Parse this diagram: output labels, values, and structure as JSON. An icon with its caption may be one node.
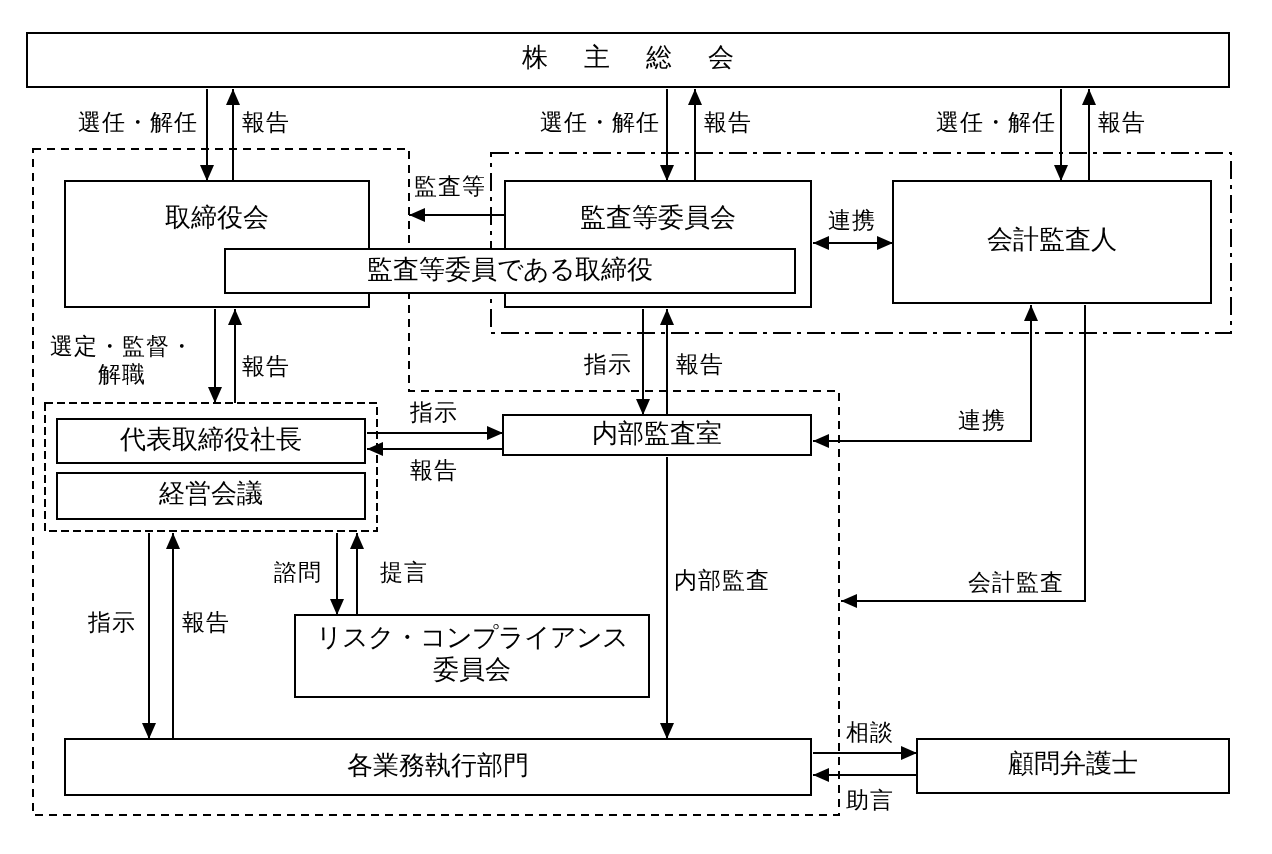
{
  "diagram": {
    "nodes": [
      {
        "text": [
          "株 主 総 会"
        ]
      },
      {
        "text": [],
        "shape": "box"
      },
      {
        "text": [
          "取締役会"
        ],
        "in": 1
      },
      {
        "text": [],
        "shape": "box"
      },
      {
        "text": [
          "監査等委員会"
        ],
        "in": 3
      },
      {
        "text": [
          "監査等委員である取締役"
        ]
      },
      {
        "text": [
          "会計監査人"
        ],
        "in": 3
      },
      {
        "text": [],
        "shape": "box",
        "in": 1
      },
      {
        "text": [
          "代表取締役社長"
        ],
        "in": 7
      },
      {
        "text": [
          "経営会議"
        ],
        "in": 7
      },
      {
        "text": [
          "内部監査室"
        ],
        "in": 1
      },
      {
        "text": [
          "リスク・コンプライアンス委員会"
        ],
        "in": 1
      },
      {
        "text": [
          "各業務執行部門"
        ],
        "in": 1
      },
      {
        "text": [
          "顧問弁護士"
        ]
      }
    ],
    "edges": [
      {
        "from": 0,
        "to": 2,
        "arrow": "to",
        "label": "選任・解任"
      },
      {
        "from": 2,
        "to": 0,
        "arrow": "to",
        "label": "報告"
      },
      {
        "from": 0,
        "to": 4,
        "arrow": "to",
        "label": "選任・解任"
      },
      {
        "from": 4,
        "to": 0,
        "arrow": "to",
        "label": "報告"
      },
      {
        "from": 0,
        "to": 6,
        "arrow": "to",
        "label": "選任・解任"
      },
      {
        "from": 6,
        "to": 0,
        "arrow": "to",
        "label": "報告"
      },
      {
        "from": 4,
        "to": 1,
        "arrow": "to",
        "label": "監査等"
      },
      {
        "from": 4,
        "to": 6,
        "arrow": "both",
        "label": "連携"
      },
      {
        "from": 2,
        "to": 7,
        "arrow": "to",
        "label": "選定・監督・解職"
      },
      {
        "from": 7,
        "to": 2,
        "arrow": "to",
        "label": "報告"
      },
      {
        "from": 4,
        "to": 10,
        "arrow": "to",
        "label": "指示"
      },
      {
        "from": 10,
        "to": 4,
        "arrow": "to",
        "label": "報告"
      },
      {
        "from": 8,
        "to": 10,
        "arrow": "to",
        "label": "指示"
      },
      {
        "from": 10,
        "to": 8,
        "arrow": "to",
        "label": "報告"
      },
      {
        "from": 10,
        "to": 6,
        "arrow": "both",
        "label": "連携"
      },
      {
        "from": 6,
        "to": 1,
        "arrow": "to",
        "label": "会計監査"
      },
      {
        "from": 7,
        "to": 12,
        "arrow": "to",
        "label": "指示"
      },
      {
        "from": 12,
        "to": 7,
        "arrow": "to",
        "label": "報告"
      },
      {
        "from": 7,
        "to": 11,
        "arrow": "to",
        "label": "諮問"
      },
      {
        "from": 11,
        "to": 7,
        "arrow": "to",
        "label": "提言"
      },
      {
        "from": 10,
        "to": 12,
        "arrow": "to",
        "label": "内部監査"
      },
      {
        "from": 12,
        "to": 13,
        "arrow": "to",
        "label": "相談"
      },
      {
        "from": 13,
        "to": 12,
        "arrow": "to",
        "label": "助言"
      }
    ]
  }
}
